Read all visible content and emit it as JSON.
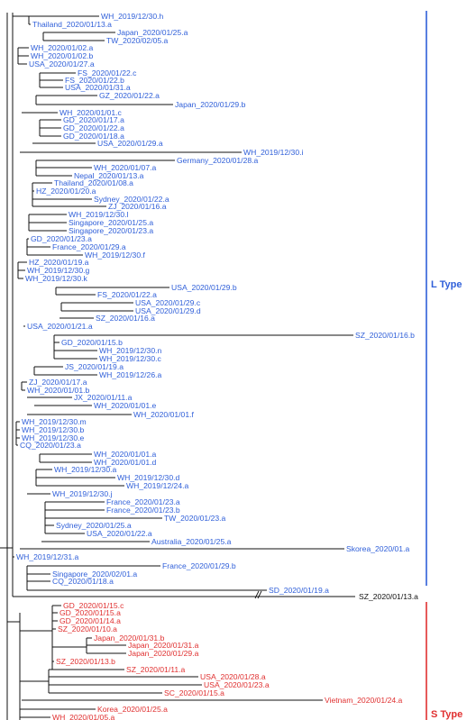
{
  "colors": {
    "l_type": "#2f5fd9",
    "s_type": "#e03030",
    "branch": "#111111"
  },
  "clades": {
    "l_label": "L Type",
    "s_label": "S Type"
  },
  "leaves_l": [
    "WH_2019/12/30.h",
    "Thailand_2020/01/13.a",
    "Japan_2020/01/25.a",
    "TW_2020/02/05.a",
    "WH_2020/01/02.a",
    "WH_2020/01/02.b",
    "USA_2020/01/27.a",
    "FS_2020/01/22.c",
    "FS_2020/01/22.b",
    "USA_2020/01/31.a",
    "GZ_2020/01/22.a",
    "Japan_2020/01/29.b",
    "WH_2020/01/01.c",
    "GD_2020/01/17.a",
    "GD_2020/01/22.a",
    "GD_2020/01/18.a",
    "USA_2020/01/29.a",
    "WH_2019/12/30.i",
    "Germany_2020/01/28.a",
    "WH_2020/01/07.a",
    "Nepal_2020/01/13.a",
    "Thailand_2020/01/08.a",
    "HZ_2020/01/20.a",
    "Sydney_2020/01/22.a",
    "ZJ_2020/01/16.a",
    "WH_2019/12/30.l",
    "Singapore_2020/01/25.a",
    "Singapore_2020/01/23.a",
    "GD_2020/01/23.a",
    "France_2020/01/29.a",
    "WH_2019/12/30.f",
    "HZ_2020/01/19.a",
    "WH_2019/12/30.g",
    "WH_2019/12/30.k",
    "USA_2020/01/29.b",
    "FS_2020/01/22.a",
    "USA_2020/01/29.c",
    "USA_2020/01/29.d",
    "SZ_2020/01/16.a",
    "USA_2020/01/21.a",
    "SZ_2020/01/16.b",
    "GD_2020/01/15.b",
    "WH_2019/12/30.n",
    "WH_2019/12/30.c",
    "JS_2020/01/19.a",
    "WH_2019/12/26.a",
    "ZJ_2020/01/17.a",
    "WH_2020/01/01.b",
    "JX_2020/01/11.a",
    "WH_2020/01/01.e",
    "WH_2020/01/01.f",
    "WH_2019/12/30.m",
    "WH_2019/12/30.b",
    "WH_2019/12/30.e",
    "CQ_2020/01/23.a",
    "WH_2020/01/01.a",
    "WH_2020/01/01.d",
    "WH_2019/12/30.a",
    "WH_2019/12/30.d",
    "WH_2019/12/24.a",
    "WH_2019/12/30.j",
    "France_2020/01/23.a",
    "France_2020/01/23.b",
    "TW_2020/01/23.a",
    "Sydney_2020/01/25.a",
    "USA_2020/01/22.a",
    "Australia_2020/01/25.a",
    "Skorea_2020/01.a",
    "WH_2019/12/31.a",
    "France_2020/01/29.b",
    "Singapore_2020/02/01.a",
    "CQ_2020/01/18.a",
    "SD_2020/01/19.a"
  ],
  "leaf_outgroup": "SZ_2020/01/13.a",
  "leaves_s": [
    "GD_2020/01/15.c",
    "GD_2020/01/15.a",
    "GD_2020/01/14.a",
    "SZ_2020/01/10.a",
    "Japan_2020/01/31.b",
    "Japan_2020/01/31.a",
    "Japan_2020/01/29.a",
    "SZ_2020/01/13.b",
    "SZ_2020/01/11.a",
    "USA_2020/01/28.a",
    "USA_2020/01/23.a",
    "SC_2020/01/15.a",
    "Vietnam_2020/01/24.a",
    "Korea_2020/01/25.a",
    "WH_2020/01/05.a"
  ]
}
